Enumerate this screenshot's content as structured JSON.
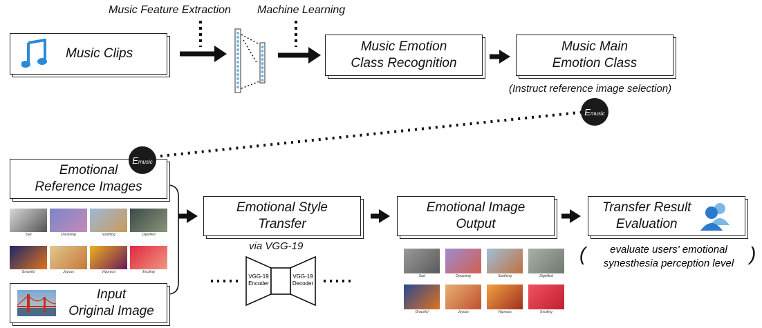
{
  "top": {
    "feature_label": "Music Feature Extraction",
    "ml_label": "Machine Learning",
    "music_clips": "Music Clips",
    "recog_line1": "Music Emotion",
    "recog_line2": "Class Recognition",
    "main_line1": "Music Main",
    "main_line2": "Emotion Class",
    "instruct_note": "(Instruct reference image selection)",
    "emusic_E": "E",
    "emusic_sub": "music"
  },
  "bottom": {
    "ref_line1": "Emotional",
    "ref_line2": "Reference Images",
    "input_line1": "Input",
    "input_line2": "Original Image",
    "style_line1": "Emotional Style",
    "style_line2": "Transfer",
    "via": "via VGG-19",
    "encoder1": "VGG-19",
    "encoder2": "Encoder",
    "decoder1": "VGG-19",
    "decoder2": "Decoder",
    "output_line1": "Emotional Image",
    "output_line2": "Output",
    "eval_line1": "Transfer Result",
    "eval_line2": "Evaluation",
    "paren_open": "(",
    "paren_close": ")",
    "eval_note1": "evaluate users' emotional",
    "eval_note2": "synesthesia perception level"
  },
  "ref_images": [
    {
      "caption": "Sad",
      "c1": "#d8d8d8",
      "c2": "#555555"
    },
    {
      "caption": "Dreaming",
      "c1": "#7a86c8",
      "c2": "#c48ab8"
    },
    {
      "caption": "Soothing",
      "c1": "#9fb8d8",
      "c2": "#c89a5a"
    },
    {
      "caption": "Dignified",
      "c1": "#3a4a48",
      "c2": "#8a9478"
    },
    {
      "caption": "Graceful",
      "c1": "#1a2a6a",
      "c2": "#e0701a"
    },
    {
      "caption": "Joyous",
      "c1": "#e0c890",
      "c2": "#c87838"
    },
    {
      "caption": "Vigorous",
      "c1": "#f0b020",
      "c2": "#6a1a58"
    },
    {
      "caption": "Exciting",
      "c1": "#e02840",
      "c2": "#f09880"
    }
  ],
  "out_images": [
    {
      "caption": "Sad",
      "c1": "#9a9a9a",
      "c2": "#5a5a5a"
    },
    {
      "caption": "Dreaming",
      "c1": "#a08ad0",
      "c2": "#d06050"
    },
    {
      "caption": "Soothing",
      "c1": "#a0c0d8",
      "c2": "#c07040"
    },
    {
      "caption": "Dignified",
      "c1": "#a8b0a8",
      "c2": "#707870"
    },
    {
      "caption": "Graceful",
      "c1": "#2a4a90",
      "c2": "#e07020"
    },
    {
      "caption": "Joyous",
      "c1": "#e8b070",
      "c2": "#c05030"
    },
    {
      "caption": "Vigorous",
      "c1": "#f0a040",
      "c2": "#a03020"
    },
    {
      "caption": "Exciting",
      "c1": "#f05060",
      "c2": "#c02030"
    }
  ],
  "colors": {
    "ink": "#111111",
    "dark_circle": "#1a1a1a",
    "music_icon": "#2a8ad8",
    "user_icon": "#3a8ad8"
  }
}
